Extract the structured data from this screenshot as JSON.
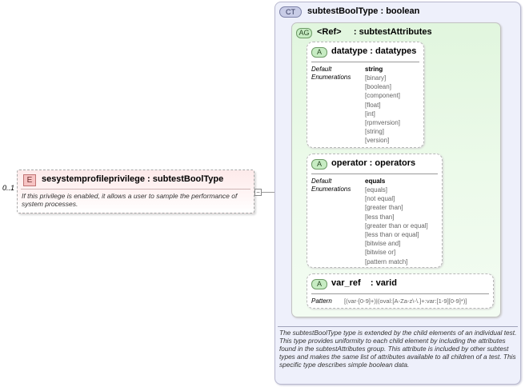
{
  "element": {
    "badge": "E",
    "title": "sesystemprofileprivilege : subtestBoolType",
    "cardinality": "0..1",
    "documentation": "If this privilege is enabled, it allows a user to sample the performance of system processes."
  },
  "complex_type": {
    "badge": "CT",
    "title": "subtestBoolType : boolean",
    "documentation": "The subtestBoolType type is extended by the child elements of an individual test.  This type provides uniformity to each child element by including the attributes found in the subtestAttributes group.  This attribute is included by other subtest types and makes the same list of attributes available to all children of a test.  This specific type describes simple boolean data."
  },
  "attribute_group": {
    "badge": "AG",
    "title": "<Ref>     : subtestAttributes"
  },
  "attributes": [
    {
      "badge": "A",
      "title": "datatype : datatypes",
      "default_label": "Default",
      "enumerations_label": "Enumerations",
      "default_value": "string",
      "enumerations": [
        "[binary]",
        "[boolean]",
        "[component]",
        "[float]",
        "[int]",
        "[rpmversion]",
        "[string]",
        "[version]"
      ]
    },
    {
      "badge": "A",
      "title": "operator : operators",
      "default_label": "Default",
      "enumerations_label": "Enumerations",
      "default_value": "equals",
      "enumerations": [
        "[equals]",
        "[not equal]",
        "[greater than]",
        "[less than]",
        "[greater than or equal]",
        "[less than or equal]",
        "[bitwise and]",
        "[bitwise or]",
        "[pattern match]"
      ]
    },
    {
      "badge": "A",
      "title": "var_ref    : varid",
      "pattern_label": "Pattern",
      "pattern": "[(var-[0-9]+)|(oval:[A-Za-z\\-\\.]+:var:[1-9][0-9]*)]"
    }
  ]
}
